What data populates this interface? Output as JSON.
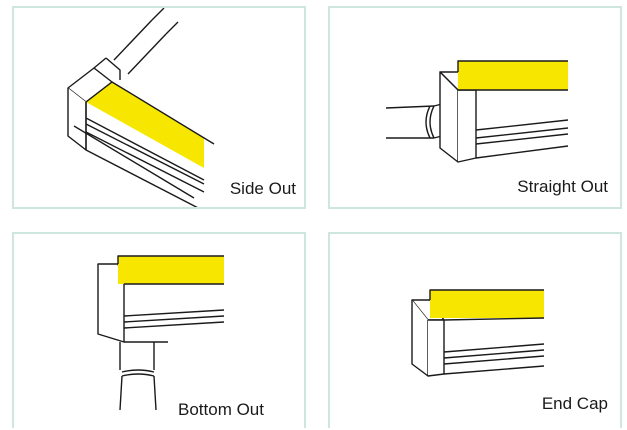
{
  "colors": {
    "panel_border": "#cfe6df",
    "led_strip": "#f7e700",
    "line": "#1a1a1a",
    "background": "#ffffff"
  },
  "panels": [
    {
      "caption": "Side Out"
    },
    {
      "caption": "Straight Out"
    },
    {
      "caption": "Bottom Out"
    },
    {
      "caption": "End Cap"
    }
  ]
}
